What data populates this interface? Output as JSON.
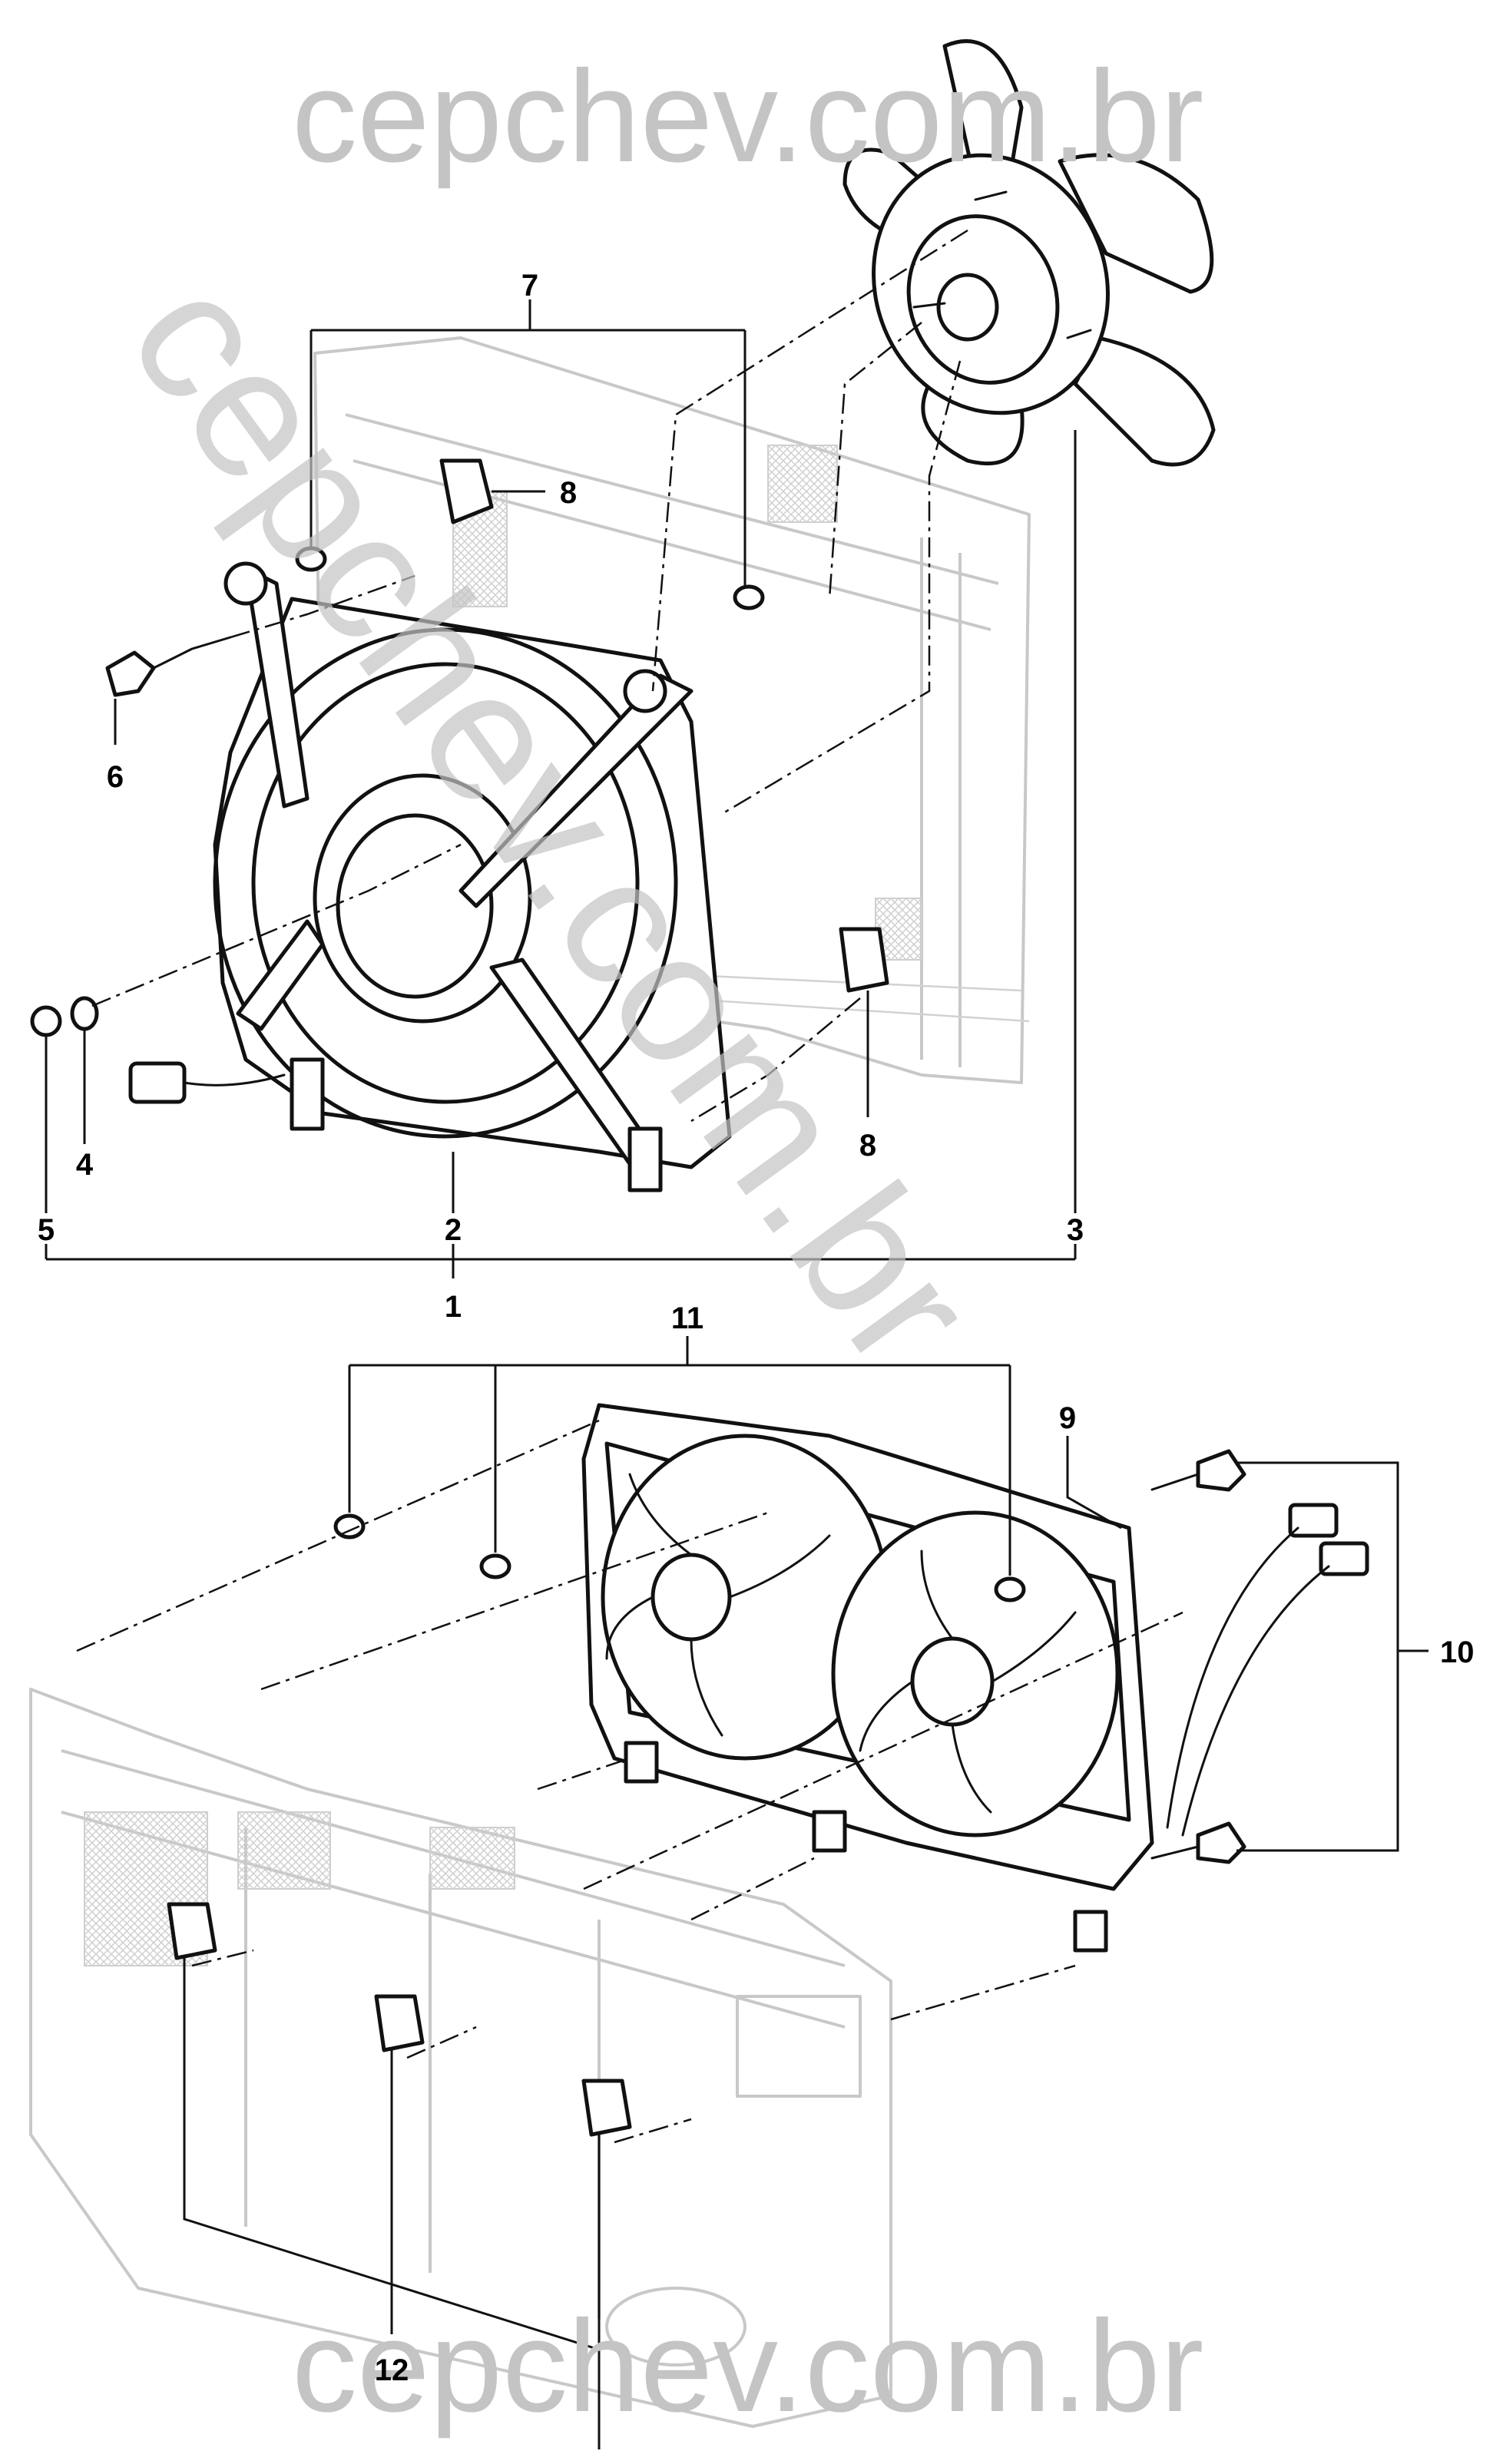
{
  "watermarks": {
    "top": "cepchev.com.br",
    "diagonal": "cepchev.com.br",
    "bottom": "cepchev.com.br"
  },
  "callouts": {
    "c1": "1",
    "c2": "2",
    "c3": "3",
    "c4": "4",
    "c5": "5",
    "c6": "6",
    "c7": "7",
    "c8a": "8",
    "c8b": "8",
    "c9": "9",
    "c10": "10",
    "c11": "11",
    "c12": "12"
  },
  "colors": {
    "ink": "#111111",
    "ghost": "#c8c8c8",
    "watermark": "#c4c4c4"
  }
}
